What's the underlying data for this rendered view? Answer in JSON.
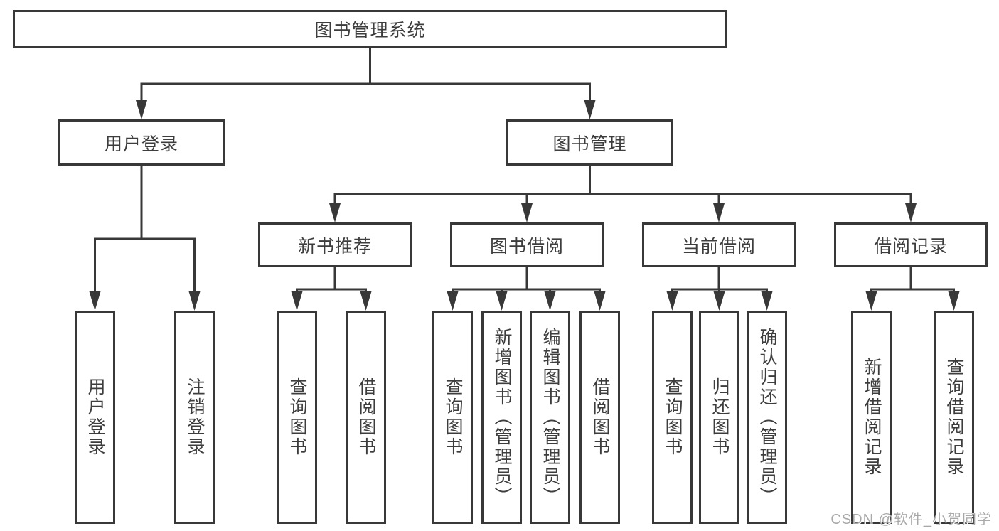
{
  "colors": {
    "line": "#383838",
    "box_border": "#383838",
    "text": "#3d3d3d",
    "background": "#ffffff",
    "watermark": "#a9a9a9"
  },
  "tree": {
    "root": {
      "label": "图书管理系统"
    },
    "user_login": {
      "label": "用户登录",
      "children": [
        {
          "label": "用户登录"
        },
        {
          "label": "注销登录"
        }
      ]
    },
    "book_mgmt": {
      "label": "图书管理",
      "sections": [
        {
          "label": "新书推荐",
          "children": [
            {
              "label": "查询图书"
            },
            {
              "label": "借阅图书"
            }
          ]
        },
        {
          "label": "图书借阅",
          "children": [
            {
              "label": "查询图书"
            },
            {
              "label": "新增图书（管理员）"
            },
            {
              "label": "编辑图书（管理员）"
            },
            {
              "label": "借阅图书"
            }
          ]
        },
        {
          "label": "当前借阅",
          "children": [
            {
              "label": "查询图书"
            },
            {
              "label": "归还图书"
            },
            {
              "label": "确认归还（管理员）"
            }
          ]
        },
        {
          "label": "借阅记录",
          "children": [
            {
              "label": "新增借阅记录"
            },
            {
              "label": "查询借阅记录"
            }
          ]
        }
      ]
    }
  },
  "watermark": {
    "text": "CSDN @软件_小贺同学"
  }
}
